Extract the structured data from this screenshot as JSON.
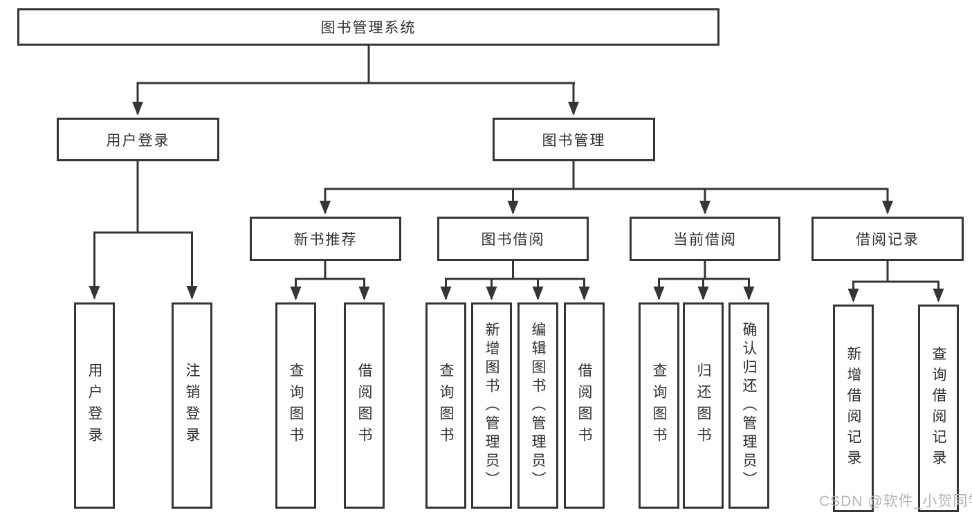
{
  "diagram": {
    "type": "tree",
    "root": {
      "label": "图书管理系统"
    },
    "level2": [
      {
        "label": "用户登录"
      },
      {
        "label": "图书管理"
      }
    ],
    "level3": [
      {
        "label": "新书推荐"
      },
      {
        "label": "图书借阅"
      },
      {
        "label": "当前借阅"
      },
      {
        "label": "借阅记录"
      }
    ],
    "level4": [
      {
        "label": "用户登录",
        "parent": "用户登录"
      },
      {
        "label": "注销登录",
        "parent": "用户登录"
      },
      {
        "label": "查询图书",
        "parent": "新书推荐"
      },
      {
        "label": "借阅图书",
        "parent": "新书推荐"
      },
      {
        "label": "查询图书",
        "parent": "图书借阅"
      },
      {
        "label": "新增图书（管理员）",
        "parent": "图书借阅"
      },
      {
        "label": "编辑图书（管理员）",
        "parent": "图书借阅"
      },
      {
        "label": "借阅图书",
        "parent": "图书借阅"
      },
      {
        "label": "查询图书",
        "parent": "当前借阅"
      },
      {
        "label": "归还图书",
        "parent": "当前借阅"
      },
      {
        "label": "确认归还（管理员）",
        "parent": "当前借阅"
      },
      {
        "label": "新增借阅记录",
        "parent": "借阅记录"
      },
      {
        "label": "查询借阅记录",
        "parent": "借阅记录"
      }
    ],
    "colors": {
      "line": "#353535",
      "text": "#2f2f2f",
      "box_background": "#ffffff",
      "watermark": "#b5b5b5"
    }
  },
  "watermark": {
    "text": "CSDN @软件_小贺同学"
  }
}
